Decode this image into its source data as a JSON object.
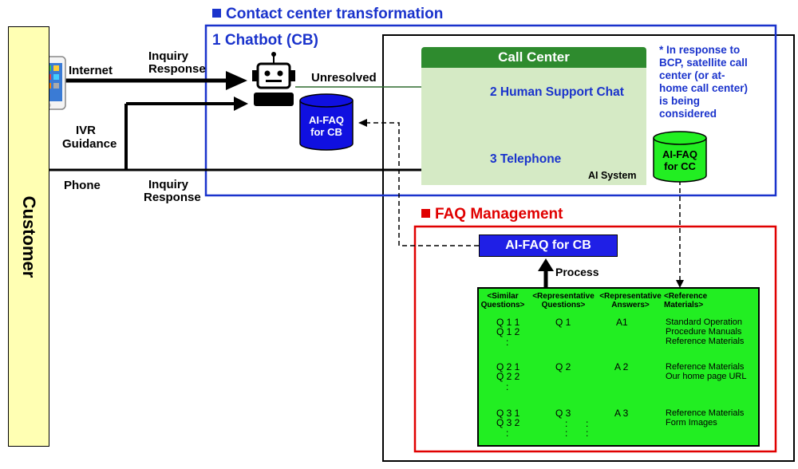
{
  "customer": {
    "label": "Customer"
  },
  "channels": {
    "internet": "Internet",
    "inquiry_top": "Inquiry",
    "response_top": "Response",
    "unresolved": "Unresolved",
    "ivr_1": "IVR",
    "ivr_2": "Guidance",
    "phone": "Phone",
    "inquiry_bottom": "Inquiry",
    "response_bottom": "Response"
  },
  "contact_center": {
    "title": "Contact center transformation",
    "chatbot_title": "1 Chatbot (CB)",
    "ai_faq_cb_1": "AI-FAQ",
    "ai_faq_cb_2": "for CB"
  },
  "call_center": {
    "header": "Call Center",
    "human_support": "2 Human Support Chat",
    "telephone": "3  Telephone",
    "ai_system": "AI System",
    "ai_faq_cc_1": "AI-FAQ",
    "ai_faq_cc_2": "for CC"
  },
  "note": {
    "line1": "* In  response to",
    "line2": "BCP, satellite call",
    "line3": "center (or at-",
    "line4": "home call center)",
    "line5": "is being",
    "line6": "considered"
  },
  "faq_management": {
    "title": "FAQ Management",
    "ai_faq_box": "AI-FAQ for CB",
    "process": "Process",
    "headers": {
      "similar_1": "<Similar",
      "similar_2": "Questions>",
      "rep_q_1": "<Representative",
      "rep_q_2": "Questions>",
      "rep_a_1": "<Representative",
      "rep_a_2": "Answers>",
      "ref_1": "<Reference",
      "ref_2": "Materials>"
    },
    "groups": [
      {
        "sq1": "Q 1 1",
        "sq2": "Q 1 2",
        "q": "Q 1",
        "a": "A1",
        "refs": [
          "Standard Operation",
          "Procedure Manuals",
          "Reference Materials"
        ]
      },
      {
        "sq1": "Q 2 1",
        "sq2": "Q 2 2",
        "q": "Q 2",
        "a": "A 2",
        "refs": [
          "Reference Materials",
          "Our home page URL"
        ]
      },
      {
        "sq1": "Q 3 1",
        "sq2": "Q 3 2",
        "q": "Q 3",
        "a": "A 3",
        "refs": [
          "Reference Materials",
          "Form Images"
        ]
      }
    ],
    "ellipsis": ":"
  },
  "colors": {
    "blue": "#1a33cc",
    "red": "#e00000",
    "call_center_green": "#2e8b2e",
    "faq_green": "#22ee22",
    "faq_box_blue": "#1f1fe6",
    "customer_yellow": "#ffffb3"
  }
}
